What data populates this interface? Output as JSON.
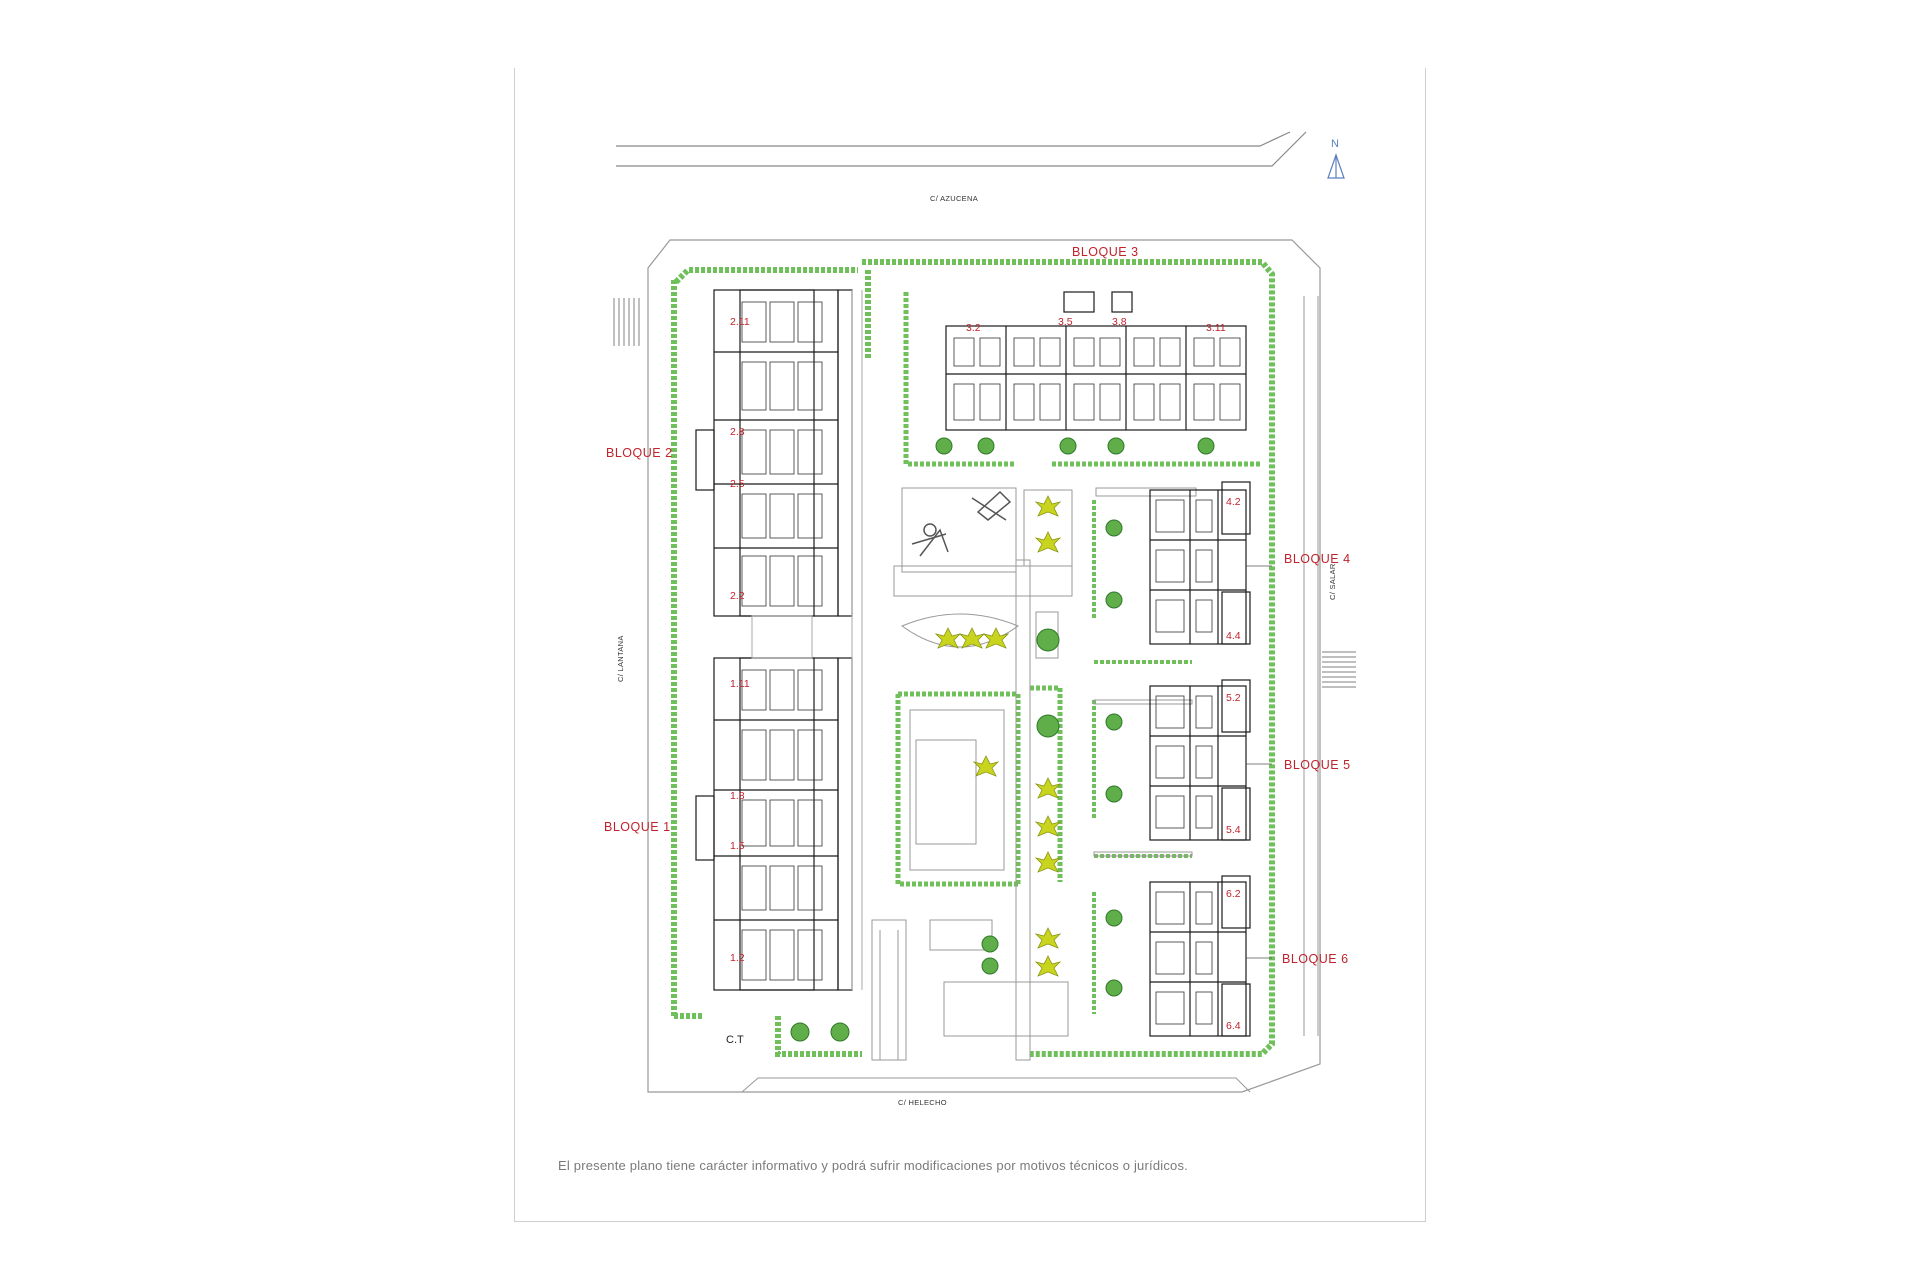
{
  "streets": {
    "north": "C/ AZUCENA",
    "west": "C/ LANTANA",
    "east": "C/ SALAR",
    "south": "C/ HELECHO"
  },
  "north_arrow": "N",
  "blocks": [
    {
      "name": "BLOQUE 1",
      "units": [
        "1.11",
        "1.8",
        "1.5",
        "1.2"
      ]
    },
    {
      "name": "BLOQUE 2",
      "units": [
        "2.11",
        "2.8",
        "2.5",
        "2.2"
      ]
    },
    {
      "name": "BLOQUE 3",
      "units": [
        "3.2",
        "3.5",
        "3.8",
        "3.11"
      ]
    },
    {
      "name": "BLOQUE 4",
      "units": [
        "4.2",
        "4.4"
      ]
    },
    {
      "name": "BLOQUE 5",
      "units": [
        "5.2",
        "5.4"
      ]
    },
    {
      "name": "BLOQUE 6",
      "units": [
        "6.2",
        "6.4"
      ]
    }
  ],
  "transformer_label": "C.T",
  "disclaimer": "El presente plano tiene carácter informativo y podrá sufrir modificaciones por motivos técnicos o jurídicos.",
  "colors": {
    "hedge": "#6fbf5a",
    "hedge_dark": "#3d8f34",
    "label_red": "#c0232c",
    "palm": "#c8d41e",
    "walls": "#1a1a1a",
    "outline": "#9a9a9a"
  }
}
